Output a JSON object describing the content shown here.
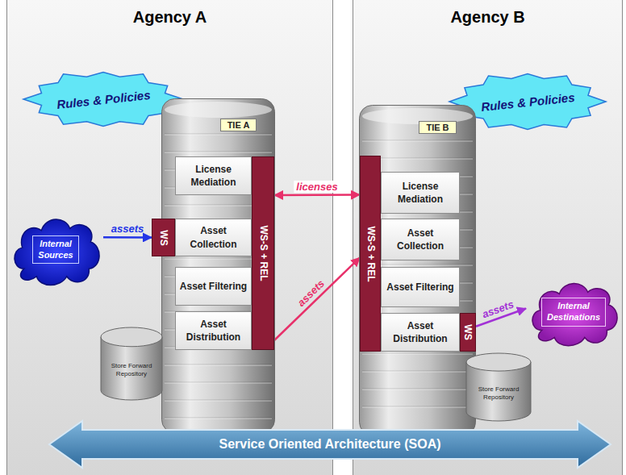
{
  "diagram": {
    "nodes": [
      {
        "text": [
          "Agency A"
        ]
      },
      {
        "text": [
          "Rules & Policies"
        ],
        "in": 0
      },
      {
        "text": [
          "TIE A"
        ],
        "in": 0
      },
      {
        "text": [
          "License Mediation"
        ],
        "in": 2
      },
      {
        "text": [
          "Asset Collection"
        ],
        "in": 2
      },
      {
        "text": [
          "Asset Filtering"
        ],
        "in": 2
      },
      {
        "text": [
          "Asset Distribution"
        ],
        "in": 2
      },
      {
        "text": [
          "WS-S + REL"
        ],
        "in": 2
      },
      {
        "text": [
          "WS"
        ],
        "in": 2
      },
      {
        "text": [
          "Internal Sources"
        ],
        "in": 0
      },
      {
        "text": [
          "Store Forward Repository"
        ],
        "in": 0
      },
      {
        "text": [
          "Agency B"
        ]
      },
      {
        "text": [
          "Rules & Policies"
        ],
        "in": 11
      },
      {
        "text": [
          "TIE B"
        ],
        "in": 11
      },
      {
        "text": [
          "WS-S + REL"
        ],
        "in": 13
      },
      {
        "text": [
          "License Mediation"
        ],
        "in": 13
      },
      {
        "text": [
          "Asset Collection"
        ],
        "in": 13
      },
      {
        "text": [
          "Asset Filtering"
        ],
        "in": 13
      },
      {
        "text": [
          "Asset Distribution"
        ],
        "in": 13
      },
      {
        "text": [
          "WS"
        ],
        "in": 13
      },
      {
        "text": [
          "Internal Destinations"
        ],
        "in": 11
      },
      {
        "text": [
          "Store Forward Repository"
        ],
        "in": 11
      },
      {
        "text": [
          "Service Oriented Architecture (SOA)"
        ]
      }
    ],
    "edges": [
      {
        "from": 9,
        "to": 8,
        "label": "assets",
        "arrow": "to"
      },
      {
        "from": 7,
        "to": 14,
        "label": "licenses",
        "arrow": "both"
      },
      {
        "from": 7,
        "to": 14,
        "label": "assets",
        "arrow": "to"
      },
      {
        "from": 19,
        "to": 20,
        "label": "assets",
        "arrow": "to"
      }
    ]
  }
}
